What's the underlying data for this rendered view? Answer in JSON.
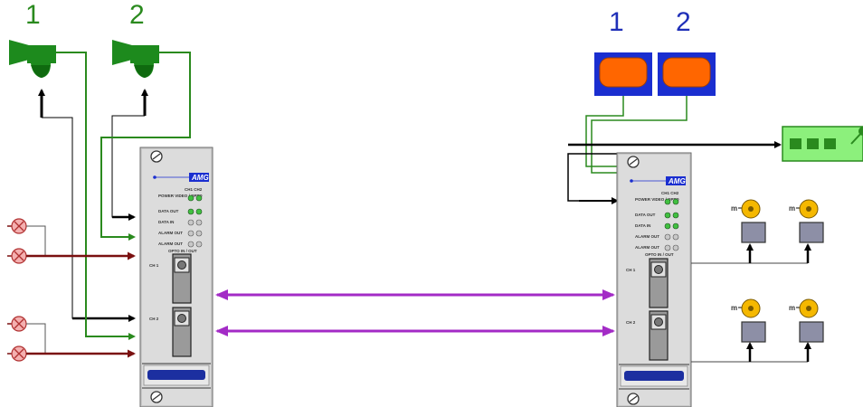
{
  "cameras": [
    {
      "number": "1"
    },
    {
      "number": "2"
    }
  ],
  "monitors": [
    {
      "number": "1"
    },
    {
      "number": "2"
    }
  ],
  "module_left": {
    "brand": "AMG",
    "led_header": "CH1  CH2",
    "rows": [
      "POWER VIDEO / OPTO",
      "DATA OUT",
      "DATA IN",
      "ALARM OUT",
      "ALARM OUT"
    ],
    "opto_label": "OPTO IN / OUT",
    "ch1": "CH 1",
    "ch2": "CH 2"
  },
  "module_right": {
    "brand": "AMG",
    "led_header": "CH1  CH2",
    "rows": [
      "POWER VIDEO / OPTO",
      "DATA OUT",
      "DATA IN",
      "ALARM OUT",
      "ALARM OUT"
    ],
    "opto_label": "OPTO IN / OUT",
    "ch1": "CH 1",
    "ch2": "CH 2"
  },
  "colors": {
    "camera": "#1d8a1d",
    "data_green": "#2a8a1e",
    "alarm_dark_red": "#7a1010",
    "fiber_purple": "#a32bc6",
    "monitor_frame": "#1a2ed0",
    "monitor_screen": "#ff6600",
    "keyboard_fill": "#8cf07c",
    "bell_yellow": "#f5b800",
    "box_grey": "#8d8fa6"
  }
}
